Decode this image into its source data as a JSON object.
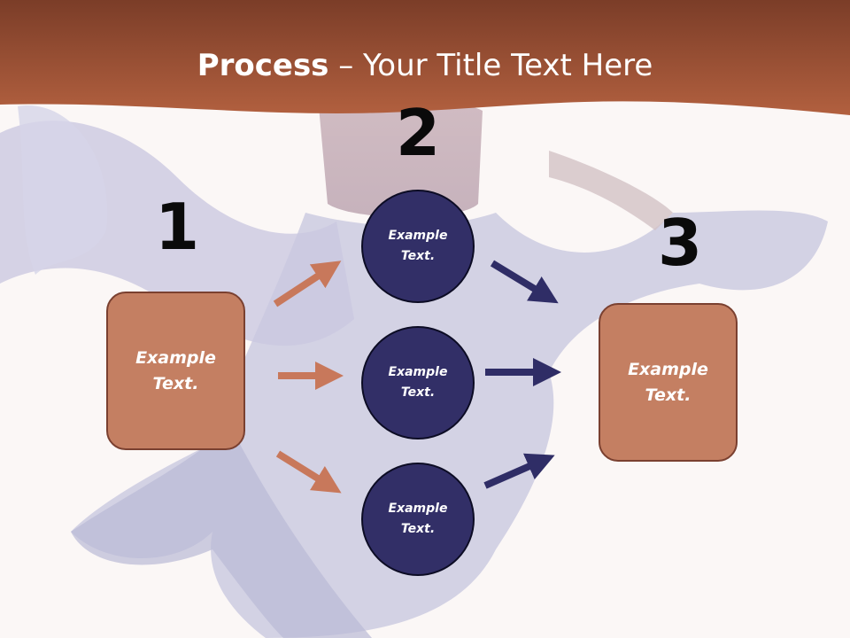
{
  "title": {
    "bold": "Process",
    "rest": " – Your Title Text Here"
  },
  "steps": [
    {
      "number": "1",
      "box_text": "Example Text."
    },
    {
      "number": "2",
      "circles": [
        "Example Text.",
        "Example Text.",
        "Example Text."
      ]
    },
    {
      "number": "3",
      "box_text": "Example Text."
    }
  ],
  "colors": {
    "header": "#a3573a",
    "box_fill": "#c47f62",
    "circle_fill": "#322f67",
    "arrow_left": "#c8785b",
    "arrow_right": "#2f2d66"
  }
}
